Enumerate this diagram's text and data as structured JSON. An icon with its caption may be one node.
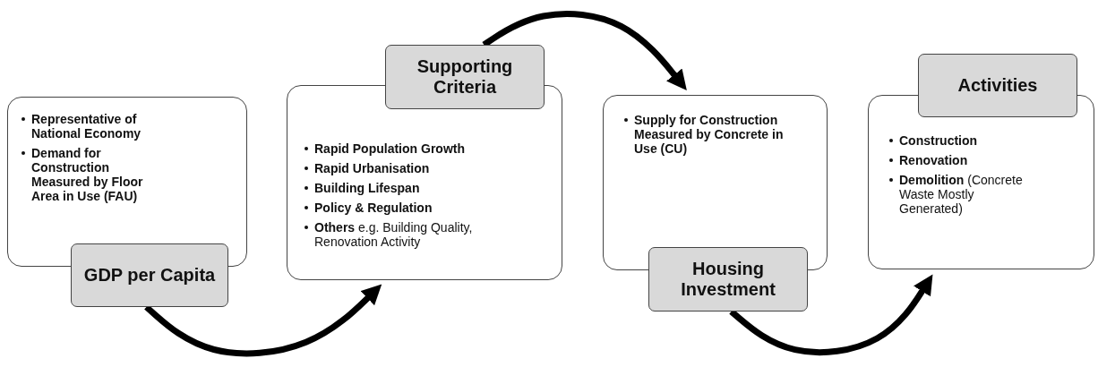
{
  "diagram": {
    "nodes": [
      {
        "text": [
          "Representative of National Economy",
          "Demand for Construction Measured by Floor Area in Use (FAU)"
        ]
      },
      {
        "text": [
          "GDP per Capita"
        ]
      },
      {
        "text": [
          "Rapid Population Growth",
          "Rapid Urbanisation",
          "Building Lifespan",
          "Policy & Regulation",
          "**Others** e.g. Building Quality, Renovation Activity"
        ]
      },
      {
        "text": [
          "Supporting Criteria"
        ]
      },
      {
        "text": [
          "Supply for Construction Measured by Concrete in Use (CU)"
        ]
      },
      {
        "text": [
          "Housing Investment"
        ]
      },
      {
        "text": [
          "Construction",
          "Renovation",
          "**Demolition** (Concrete Waste Mostly Generated)"
        ]
      },
      {
        "text": [
          "Activities"
        ]
      }
    ],
    "edges": [
      {
        "from": 1,
        "to": 2,
        "arrow": "to"
      },
      {
        "from": 3,
        "to": 4,
        "arrow": "to"
      },
      {
        "from": 5,
        "to": 6,
        "arrow": "to"
      }
    ]
  }
}
